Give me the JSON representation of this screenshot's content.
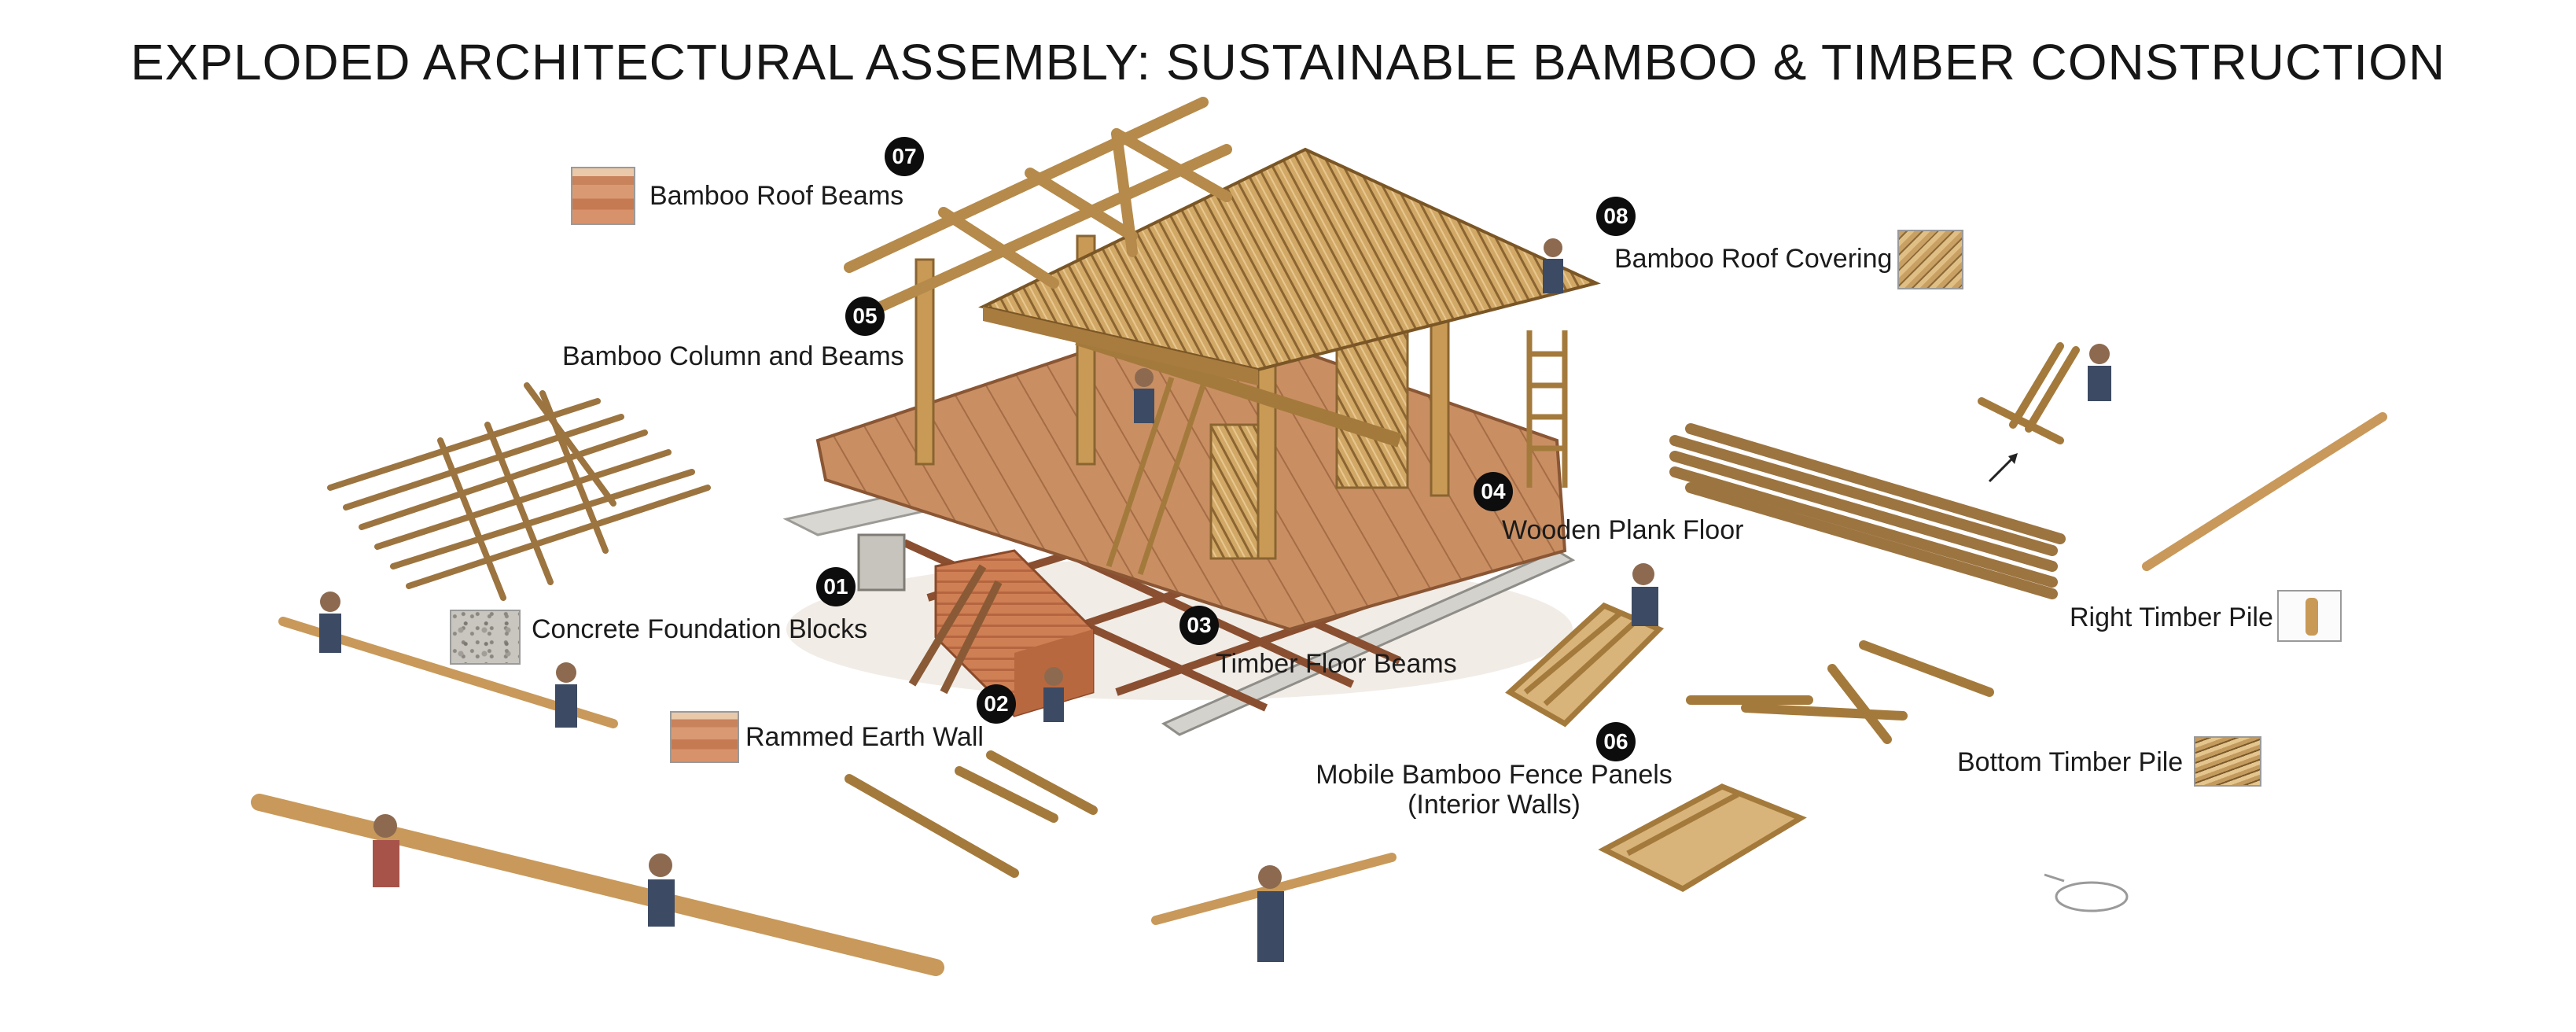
{
  "title": "EXPLODED ARCHITECTURAL ASSEMBLY: SUSTAINABLE BAMBOO & TIMBER CONSTRUCTION",
  "components": [
    {
      "number": "01",
      "label": "Concrete Foundation Blocks",
      "swatch": "concrete"
    },
    {
      "number": "02",
      "label": "Rammed Earth Wall",
      "swatch": "earth"
    },
    {
      "number": "03",
      "label": "Timber Floor Beams"
    },
    {
      "number": "04",
      "label": "Wooden Plank Floor"
    },
    {
      "number": "05",
      "label": "Bamboo Column and Beams"
    },
    {
      "number": "06",
      "label_line1": "Mobile Bamboo Fence Panels",
      "label_line2": "(Interior Walls)"
    },
    {
      "number": "07",
      "label": "Bamboo Roof Beams",
      "swatch": "earth"
    },
    {
      "number": "08",
      "label": "Bamboo Roof Covering",
      "swatch": "bamboo"
    }
  ],
  "extra_labels": {
    "right_timber_pile": "Right Timber Pile",
    "bottom_timber_pile": "Bottom Timber Pile"
  },
  "colors": {
    "bamboo": "#c99a55",
    "bamboo_dark": "#8a6431",
    "wood_floor": "#c98f63",
    "wood_floor_dark": "#9c6440",
    "rammed_earth": "#c9754c",
    "concrete": "#bdbab4",
    "badge": "#0d0d0d"
  }
}
